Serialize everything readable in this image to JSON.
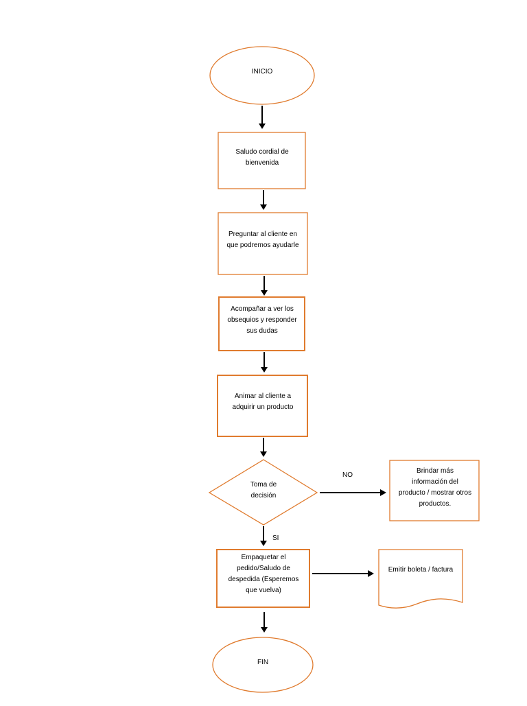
{
  "flowchart": {
    "nodes": {
      "start": "INICIO",
      "greeting": "Saludo cordial de bienvenida",
      "ask": "Preguntar al cliente en que podremos ayudarle",
      "accompany": "Acompañar a ver los obsequios y responder sus dudas",
      "encourage": "Animar al cliente a adquirir un producto",
      "decision": "Toma de decisión",
      "more_info": "Brindar más información del producto / mostrar otros productos.",
      "pack": "Empaquetar el pedido/Saludo de despedida (Esperemos que vuelva)",
      "invoice": "Emitir boleta / factura",
      "end": "FIN"
    },
    "edges": {
      "no": "NO",
      "yes": "SI"
    }
  },
  "colors": {
    "shape_stroke": "#e07b2e",
    "connector": "#000000"
  }
}
